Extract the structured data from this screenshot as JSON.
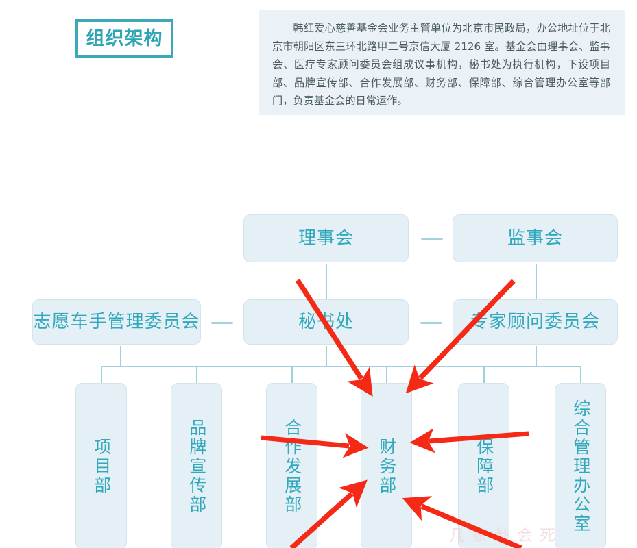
{
  "title_badge": {
    "text": "组织架构"
  },
  "intro": {
    "text": "韩红爱心慈善基金会业务主管单位为北京市民政局，办公地址位于北京市朝阳区东三环北路甲二号京信大厦 2126 室。基金会由理事会、监事会、医疗专家顾问委员会组成议事机构，秘书处为执行机构，下设项目部、品牌宣传部、合作发展部、财务部、保障部、综合管理办公室等部门，负责基金会的日常运作。"
  },
  "org_chart": {
    "tier_top": [
      {
        "id": "board-of-directors",
        "label": "理事会"
      },
      {
        "id": "board-of-supervisors",
        "label": "监事会"
      }
    ],
    "tier_mid": [
      {
        "id": "volunteer-rider-committee",
        "label": "志愿车手管理委员会"
      },
      {
        "id": "secretariat",
        "label": "秘书处"
      },
      {
        "id": "expert-advisory-committee",
        "label": "专家顾问委员会"
      }
    ],
    "departments": [
      {
        "id": "project-department",
        "label": "项目部"
      },
      {
        "id": "brand-publicity-department",
        "label": "品牌宣传部"
      },
      {
        "id": "cooperation-development-department",
        "label": "合作发展部"
      },
      {
        "id": "finance-department",
        "label": "财务部"
      },
      {
        "id": "support-department",
        "label": "保障部"
      },
      {
        "id": "general-administration-office",
        "label": "综合管理办公室"
      }
    ]
  },
  "annotations": {
    "arrow_color": "#f42a16",
    "arrow_target": "财务部",
    "arrows": [
      {
        "id": "arrow-from-upper-left",
        "direction": "down-right"
      },
      {
        "id": "arrow-from-upper-right",
        "direction": "down-left"
      },
      {
        "id": "arrow-from-left",
        "direction": "right"
      },
      {
        "id": "arrow-from-right",
        "direction": "left"
      },
      {
        "id": "arrow-from-lower-left",
        "direction": "up-right"
      },
      {
        "id": "arrow-from-lower-right",
        "direction": "up-left"
      }
    ]
  },
  "watermark": {
    "text": "几家卦会死"
  },
  "colors": {
    "accent_teal": "#31a9bb",
    "box_fill": "#e4eff6",
    "box_border": "#d3e4ee",
    "panel_fill": "#eaf2f7",
    "connector": "#9fd0dc",
    "arrow_red": "#f42a16"
  }
}
